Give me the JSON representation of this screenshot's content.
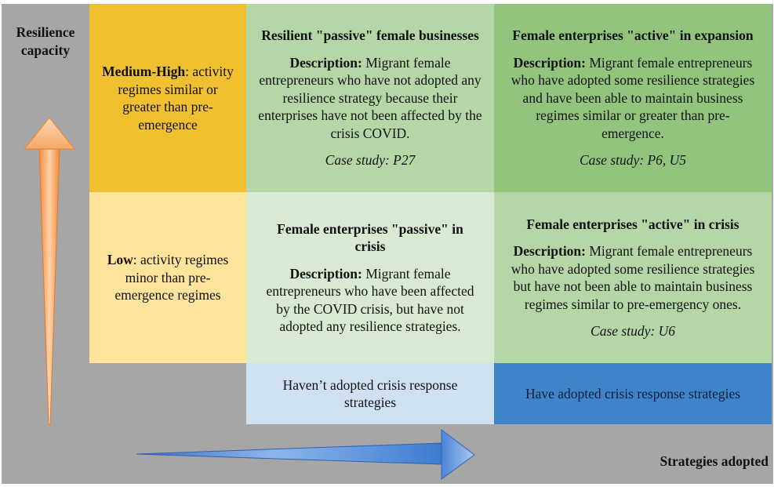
{
  "axes": {
    "y_label": "Resilience capacity",
    "x_label": "Strategies adopted",
    "y_arrow_color": "#f4a460",
    "x_arrow_color": "#4a7fd0"
  },
  "rows": [
    {
      "label_bold": "Medium-High",
      "label_rest": ": activity regimes similar or greater than pre-emergence",
      "color": "#f0c030"
    },
    {
      "label_bold": "Low",
      "label_rest": ": activity regimes minor than pre-emergence regimes",
      "color": "#fde49a"
    }
  ],
  "columns": [
    {
      "label": "Haven’t adopted crisis response strategies",
      "color": "#cfe0f1"
    },
    {
      "label": "Have adopted crisis response strategies",
      "color": "#3f84c8"
    }
  ],
  "quadrants": {
    "top_left": {
      "title": "Resilient \"passive\" female businesses",
      "desc_label": "Description:",
      "desc_text": " Migrant female entrepreneurs who have not adopted any resilience strategy because their enterprises have not been affected by the crisis COVID.",
      "case_study": "Case study: P27",
      "color": "#b5d6a7"
    },
    "top_right": {
      "title": "Female enterprises \"active\" in expansion",
      "desc_label": "Description:",
      "desc_text": " Migrant female entrepreneurs who have adopted some resilience strategies and have been able to maintain business regimes similar or greater than pre-emergence.",
      "case_study": "Case study: P6, U5",
      "color": "#93c47d"
    },
    "bottom_left": {
      "title": "Female enterprises \"passive\" in crisis",
      "desc_label": "Description:",
      "desc_text": " Migrant female entrepreneurs who have been affected by the COVID crisis, but have not adopted any resilience strategies.",
      "case_study": "",
      "color": "#d9ead3"
    },
    "bottom_right": {
      "title": "Female enterprises \"active\" in crisis",
      "desc_label": "Description:",
      "desc_text": " Migrant female entrepreneurs who have adopted some resilience strategies but have not been able to maintain business regimes similar to pre-emergency ones.",
      "case_study": "Case study: U6",
      "color": "#b5d6a7"
    }
  }
}
